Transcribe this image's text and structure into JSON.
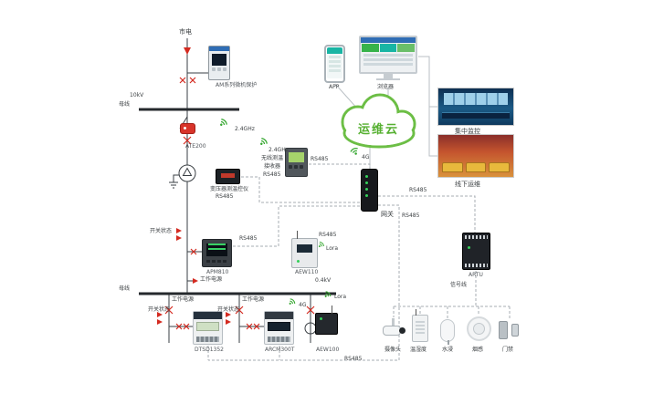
{
  "colors": {
    "cloud_green": "#6cbe45",
    "alarm_red": "#d42a20",
    "dash_gray": "#a7adb3",
    "line_dark": "#3a3f44"
  },
  "cloud": {
    "label": "运维云"
  },
  "top": {
    "mains": "市电",
    "voltage": "10kV",
    "busbar": "母线",
    "relay": "AM系列微机保护",
    "ate200": "ATE200",
    "freq_ate": "2.4GHz",
    "freq_recv": "2.4GHz",
    "recv_line1": "无线测温",
    "recv_line2": "接收器",
    "recv_line3": "RS485",
    "recv_rs485": "RS485",
    "txctrl_line1": "变压器测温控仪",
    "txctrl_line2": "RS485"
  },
  "remote": {
    "app": "APP",
    "browser": "浏览器",
    "photo_central": "集中监控",
    "photo_field": "线下运维"
  },
  "gateway": {
    "label": "网关",
    "net": "4G",
    "rs485_to_artu": "RS485",
    "rs485_down": "RS485"
  },
  "artu": {
    "label": "ARTU",
    "signal_line": "信号线"
  },
  "mid": {
    "switch_status": "开关状态",
    "rs485_apm": "RS485",
    "apm810": "APM810",
    "rs485_aew110": "RS485",
    "lora_aew110": "Lora",
    "aew110": "AEW110",
    "working_power": "工作电源",
    "busbar": "母线",
    "voltage": "0.4kV"
  },
  "bottom": {
    "b1_power": "工作电源",
    "b1_switch": "开关状态",
    "dtsd": "DTSD1352",
    "b2_power": "工作电源",
    "b2_switch": "开关状态",
    "arcm": "ARCM300T",
    "net_4g": "4G",
    "lora": "Lora",
    "aew100": "AEW100",
    "rs485": "RS485"
  },
  "sensors": {
    "camera": "摄像头",
    "temp": "温湿度",
    "water": "水浸",
    "smoke": "烟感",
    "door": "门禁"
  }
}
